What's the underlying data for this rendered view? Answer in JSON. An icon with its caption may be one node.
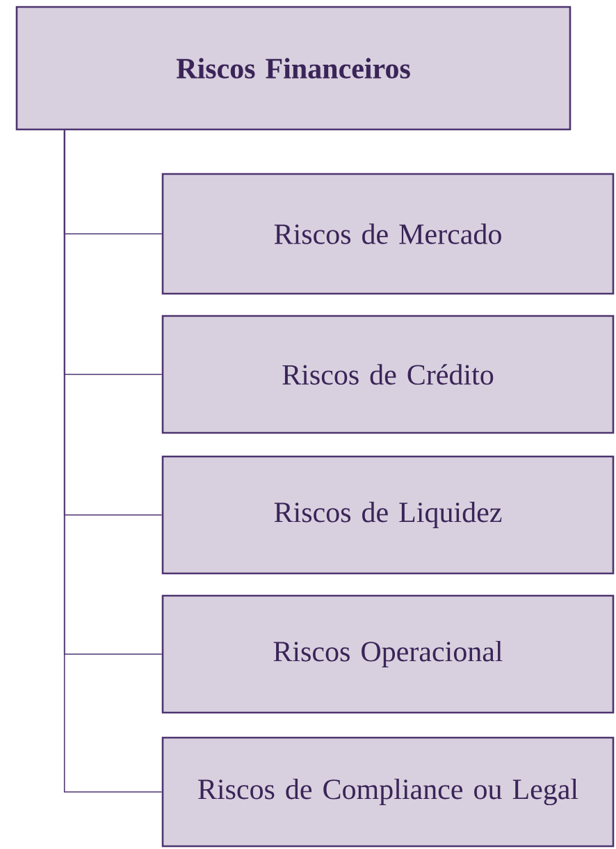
{
  "diagram": {
    "nodes": [
      {
        "text": [
          "Riscos Financeiros"
        ]
      },
      {
        "text": [
          "Riscos de Mercado"
        ]
      },
      {
        "text": [
          "Riscos de Crédito"
        ]
      },
      {
        "text": [
          "Riscos de Liquidez"
        ]
      },
      {
        "text": [
          "Riscos Operacional"
        ]
      },
      {
        "text": [
          "Riscos de Compliance ou Legal"
        ]
      }
    ],
    "edges": [
      {
        "from": 0,
        "to": 1,
        "arrow": "none"
      },
      {
        "from": 0,
        "to": 2,
        "arrow": "none"
      },
      {
        "from": 0,
        "to": 3,
        "arrow": "none"
      },
      {
        "from": 0,
        "to": 4,
        "arrow": "none"
      },
      {
        "from": 0,
        "to": 5,
        "arrow": "none"
      }
    ]
  }
}
